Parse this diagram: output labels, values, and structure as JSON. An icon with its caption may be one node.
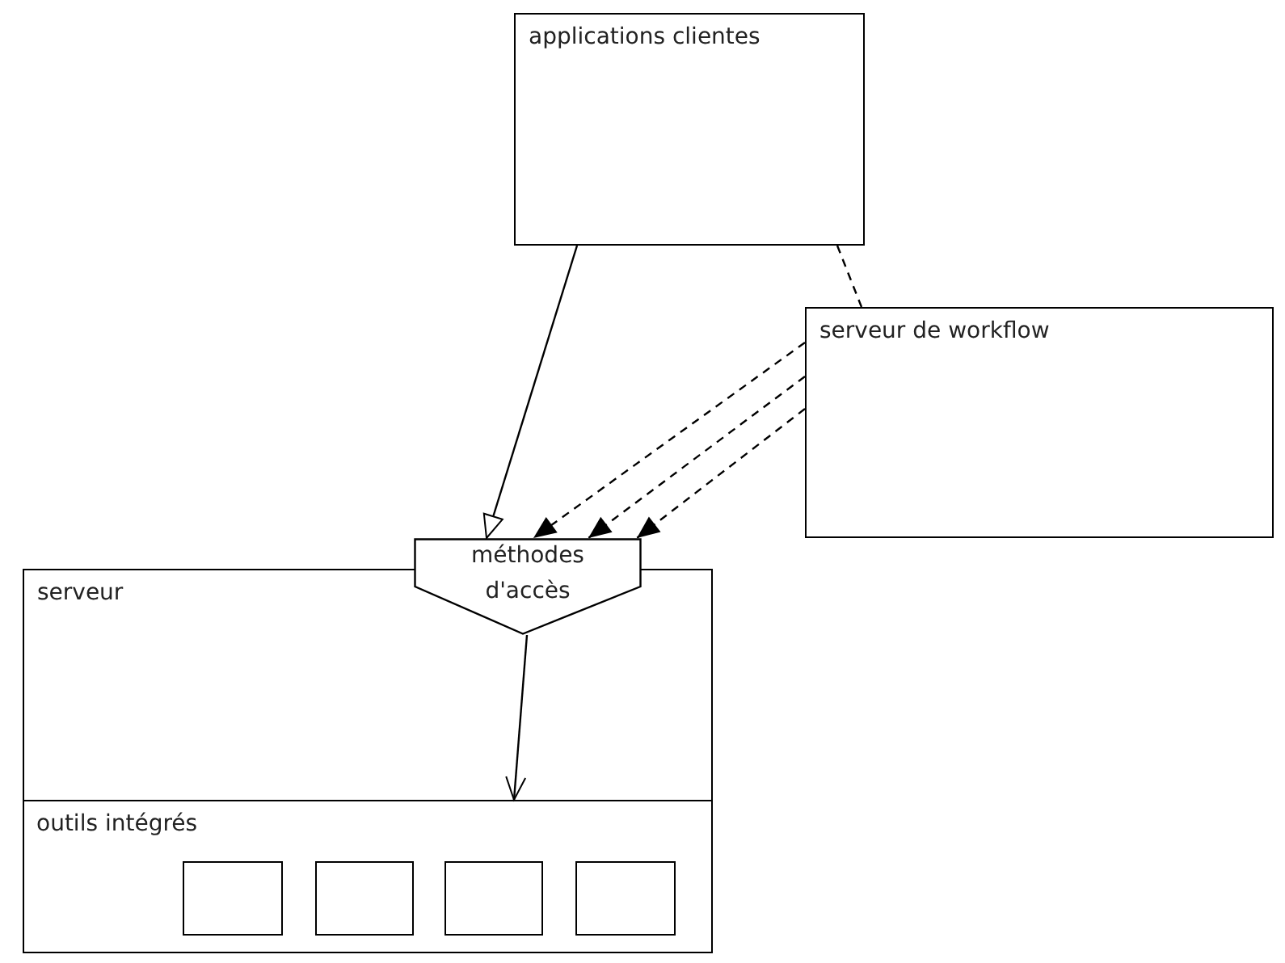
{
  "diagram": {
    "nodes": [
      {
        "text": [
          "applications clientes"
        ]
      },
      {
        "text": [
          "serveur de workflow"
        ]
      },
      {
        "text": [
          "serveur"
        ]
      },
      {
        "text": [
          "méthodes d'accès"
        ]
      },
      {
        "text": [
          "outils intégrés"
        ],
        "in": 2
      },
      {
        "text": [],
        "shape": "box",
        "in": 4
      },
      {
        "text": [],
        "shape": "box",
        "in": 4
      },
      {
        "text": [],
        "shape": "box",
        "in": 4
      },
      {
        "text": [],
        "shape": "box",
        "in": 4
      }
    ],
    "edges": [
      {
        "from": 0,
        "to": 3,
        "arrow": "to"
      },
      {
        "from": 0,
        "to": 1,
        "arrow": "none",
        "style": "dashed"
      },
      {
        "from": 1,
        "to": 3,
        "arrow": "to",
        "style": "dashed"
      },
      {
        "from": 1,
        "to": 3,
        "arrow": "to",
        "style": "dashed"
      },
      {
        "from": 1,
        "to": 3,
        "arrow": "to",
        "style": "dashed"
      },
      {
        "from": 3,
        "to": 4,
        "arrow": "to"
      }
    ]
  }
}
